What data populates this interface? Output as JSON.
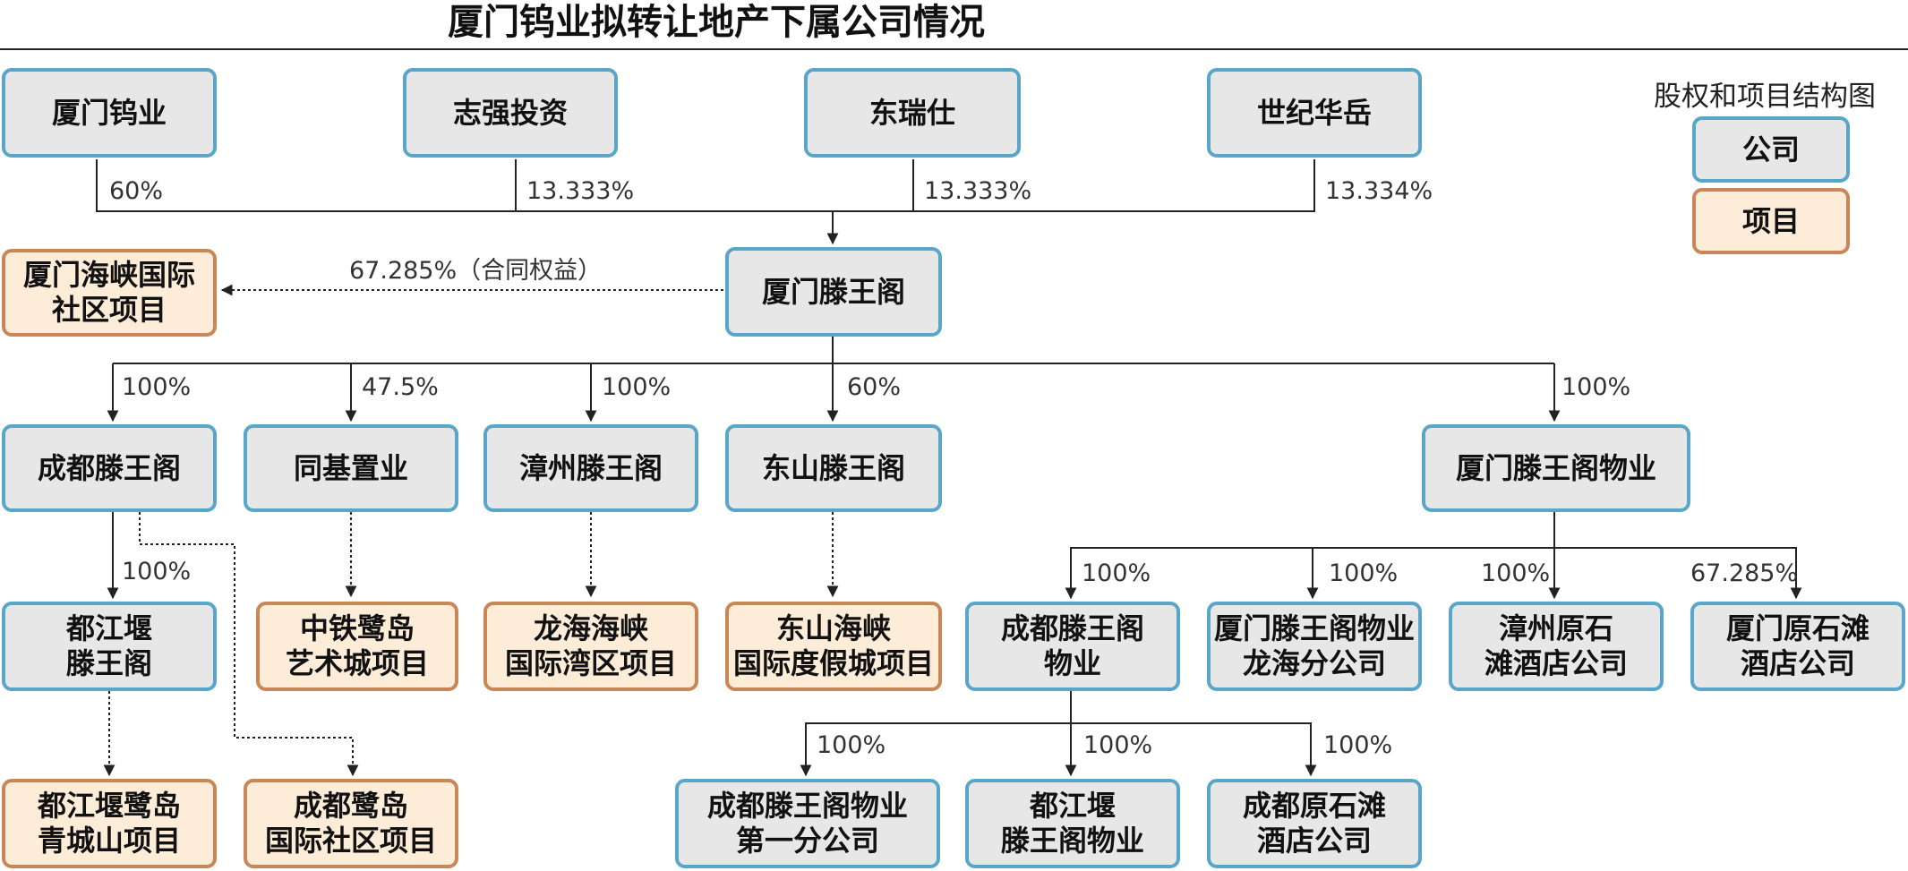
{
  "title": "厦门钨业拟转让地产下属公司情况",
  "legend": {
    "title": "股权和项目结构图",
    "company_label": "公司",
    "project_label": "项目"
  },
  "colors": {
    "company_fill": "#e7e7e8",
    "company_border": "#5aa6c9",
    "project_fill": "#fdecd8",
    "project_border": "#c98757"
  },
  "nodes": {
    "xiamen_tungsten": "厦门钨业",
    "zhiqiang": "志强投资",
    "dongruishi": "东瑞仕",
    "shiji_huayue": "世纪华岳",
    "xiamen_twg": "厦门滕王阁",
    "strait_intl_project": "厦门海峡国际\n社区项目",
    "chengdu_twg": "成都滕王阁",
    "tongji": "同基置业",
    "zhangzhou_twg": "漳州滕王阁",
    "dongshan_twg": "东山滕王阁",
    "xiamen_twg_property": "厦门滕王阁物业",
    "dujiangyan_twg": "都江堰\n滕王阁",
    "zhongtie_project": "中铁鹭岛\n艺术城项目",
    "longhai_project": "龙海海峡\n国际湾区项目",
    "dongshan_project": "东山海峡\n国际度假城项目",
    "chengdu_twg_property": "成都滕王阁\n物业",
    "longhai_branch": "厦门滕王阁物业\n龙海分公司",
    "zhangzhou_hotel": "漳州原石\n滩酒店公司",
    "xiamen_hotel": "厦门原石滩\n酒店公司",
    "dujiangyan_project": "都江堰鹭岛\n青城山项目",
    "chengdu_ludao_project": "成都鹭岛\n国际社区项目",
    "chengdu_property_branch1": "成都滕王阁物业\n第一分公司",
    "dujiangyan_property": "都江堰\n滕王阁物业",
    "chengdu_hotel": "成都原石滩\n酒店公司"
  },
  "percentages": {
    "xiamen_tungsten": "60%",
    "zhiqiang": "13.333%",
    "dongruishi": "13.333%",
    "shiji_huayue": "13.334%",
    "contract_interest": "67.285%（合同权益）",
    "chengdu_twg": "100%",
    "tongji": "47.5%",
    "zhangzhou_twg": "100%",
    "dongshan_twg": "60%",
    "xiamen_twg_property": "100%",
    "dujiangyan_twg": "100%",
    "chengdu_twg_property": "100%",
    "longhai_branch": "100%",
    "zhangzhou_hotel": "100%",
    "xiamen_hotel": "67.285%",
    "chengdu_property_branch1": "100%",
    "dujiangyan_property": "100%",
    "chengdu_hotel": "100%"
  }
}
